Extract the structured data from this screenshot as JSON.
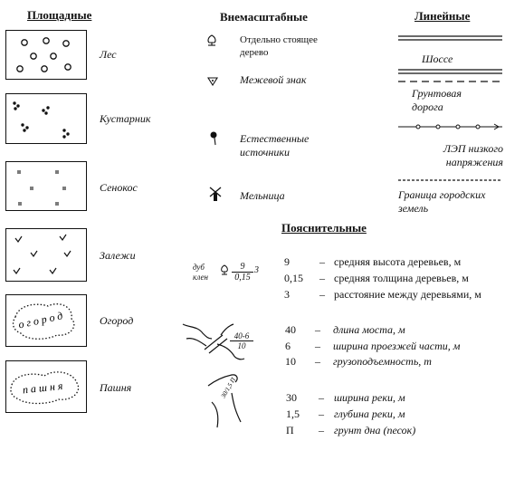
{
  "headers": {
    "areal": "Площадные",
    "offscale": "Внемасштабные",
    "linear": "Линейные",
    "explanatory": "Пояснительные"
  },
  "areal": [
    {
      "label": "Лес",
      "icon": "forest-symbol"
    },
    {
      "label": "Кустарник",
      "icon": "shrub-symbol"
    },
    {
      "label": "Сенокос",
      "icon": "hayfield-symbol"
    },
    {
      "label": "Залежи",
      "icon": "fallow-symbol"
    },
    {
      "label": "Огород",
      "icon": "vegetable-garden-symbol",
      "inner": "огород"
    },
    {
      "label": "Пашня",
      "icon": "arable-land-symbol",
      "inner": "пашня"
    }
  ],
  "offscale": [
    {
      "label": "Отдельно стоящее дерево",
      "icon": "tree-symbol"
    },
    {
      "label": "Межевой знак",
      "icon": "boundary-mark-symbol"
    },
    {
      "label": "Естественные источники",
      "icon": "spring-symbol"
    },
    {
      "label": "Мельница",
      "icon": "mill-symbol"
    }
  ],
  "linear": [
    {
      "label": "Шоссе",
      "icon": "highway-symbol"
    },
    {
      "label": "Грунтовая дорога",
      "icon": "dirt-road-symbol"
    },
    {
      "label": "ЛЭП низкого напряжения",
      "icon": "power-line-symbol"
    },
    {
      "label": "Граница городских земель",
      "icon": "city-boundary-symbol"
    }
  ],
  "explanatory": {
    "tree_formula": {
      "top_left": "дуб",
      "bottom_left": "клен",
      "numerator": "9",
      "denominator": "0,15",
      "right": "3"
    },
    "tree_rows": [
      {
        "value": "9",
        "dash": "–",
        "text": "средняя высота деревьев, м"
      },
      {
        "value": "0,15",
        "dash": "–",
        "text": "средняя толщина деревьев, м"
      },
      {
        "value": "3",
        "dash": "–",
        "text": "расстояние между деревьями, м"
      }
    ],
    "bridge_formula": {
      "numerator": "40-6",
      "denominator": "10"
    },
    "bridge_rows": [
      {
        "value": "40",
        "dash": "–",
        "text": "длина моста, м"
      },
      {
        "value": "6",
        "dash": "–",
        "text": "ширина проезжей части, м"
      },
      {
        "value": "10",
        "dash": "–",
        "text": "грузоподъемность, т"
      }
    ],
    "river_formula": {
      "text": "30/1,5 П"
    },
    "river_rows": [
      {
        "value": "30",
        "dash": "–",
        "text": "ширина реки, м"
      },
      {
        "value": "1,5",
        "dash": "–",
        "text": "глубина реки, м"
      },
      {
        "value": "П",
        "dash": "–",
        "text": "грунт дна (песок)"
      }
    ]
  }
}
